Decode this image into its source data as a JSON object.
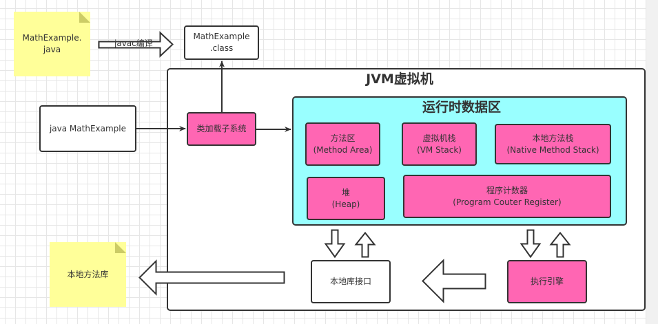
{
  "diagram": {
    "source_note": {
      "line1": "MathExample.",
      "line2": "java"
    },
    "compile_arrow_label": "javac编译",
    "class_box": {
      "line1": "MathExample",
      "line2": ".class"
    },
    "command_box": "java MathExample",
    "jvm_title": "JVM虚拟机",
    "class_loader": "类加载子系统",
    "runtime_data_area": {
      "title": "运行时数据区",
      "method_area": {
        "cn": "方法区",
        "en": "(Method Area)"
      },
      "vm_stack": {
        "cn": "虚拟机栈",
        "en": "(VM Stack)"
      },
      "native_method_stack": {
        "cn": "本地方法栈",
        "en": "(Native Method Stack)"
      },
      "heap": {
        "cn": "堆",
        "en": "(Heap)"
      },
      "pc_register": {
        "cn": "程序计数器",
        "en": "(Program Couter Register)"
      }
    },
    "native_interface": "本地库接口",
    "execution_engine": "执行引擎",
    "native_library_note": "本地方法库"
  },
  "colors": {
    "pink": "#ff66b3",
    "cyan": "#99ffff",
    "note_yellow": "#ffff99",
    "stroke": "#333333"
  }
}
